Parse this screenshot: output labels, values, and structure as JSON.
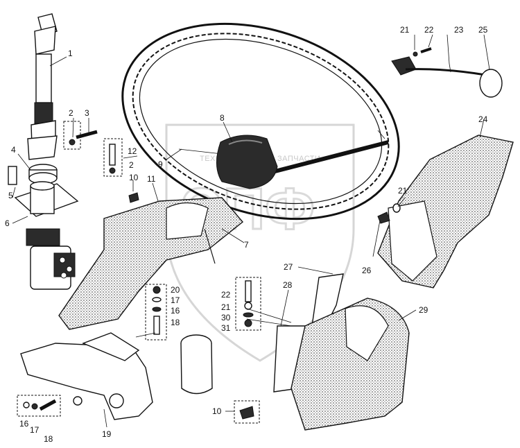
{
  "watermark": {
    "line1": "ТЕХНИКА",
    "line2": "ЗАПЧАСТИ",
    "logo": "ЭПФ"
  },
  "callouts": [
    {
      "id": "c1",
      "text": "1"
    },
    {
      "id": "c2a",
      "text": "2"
    },
    {
      "id": "c3",
      "text": "3"
    },
    {
      "id": "c4",
      "text": "4"
    },
    {
      "id": "c5",
      "text": "5"
    },
    {
      "id": "c6",
      "text": "6"
    },
    {
      "id": "c7",
      "text": "7"
    },
    {
      "id": "c8",
      "text": "8"
    },
    {
      "id": "c9",
      "text": "9"
    },
    {
      "id": "c10a",
      "text": "10"
    },
    {
      "id": "c10b",
      "text": "10"
    },
    {
      "id": "c11",
      "text": "11"
    },
    {
      "id": "c12",
      "text": "12"
    },
    {
      "id": "c2b",
      "text": "2"
    },
    {
      "id": "c16a",
      "text": "16"
    },
    {
      "id": "c16b",
      "text": "16"
    },
    {
      "id": "c17a",
      "text": "17"
    },
    {
      "id": "c17b",
      "text": "17"
    },
    {
      "id": "c18a",
      "text": "18"
    },
    {
      "id": "c18b",
      "text": "18"
    },
    {
      "id": "c19",
      "text": "19"
    },
    {
      "id": "c20",
      "text": "20"
    },
    {
      "id": "c21a",
      "text": "21"
    },
    {
      "id": "c21b",
      "text": "21"
    },
    {
      "id": "c21c",
      "text": "21"
    },
    {
      "id": "c22a",
      "text": "22"
    },
    {
      "id": "c22b",
      "text": "22"
    },
    {
      "id": "c23",
      "text": "23"
    },
    {
      "id": "c24",
      "text": "24"
    },
    {
      "id": "c25",
      "text": "25"
    },
    {
      "id": "c26",
      "text": "26"
    },
    {
      "id": "c27",
      "text": "27"
    },
    {
      "id": "c28",
      "text": "28"
    },
    {
      "id": "c29",
      "text": "29"
    },
    {
      "id": "c30",
      "text": "30"
    },
    {
      "id": "c31",
      "text": "31"
    }
  ]
}
